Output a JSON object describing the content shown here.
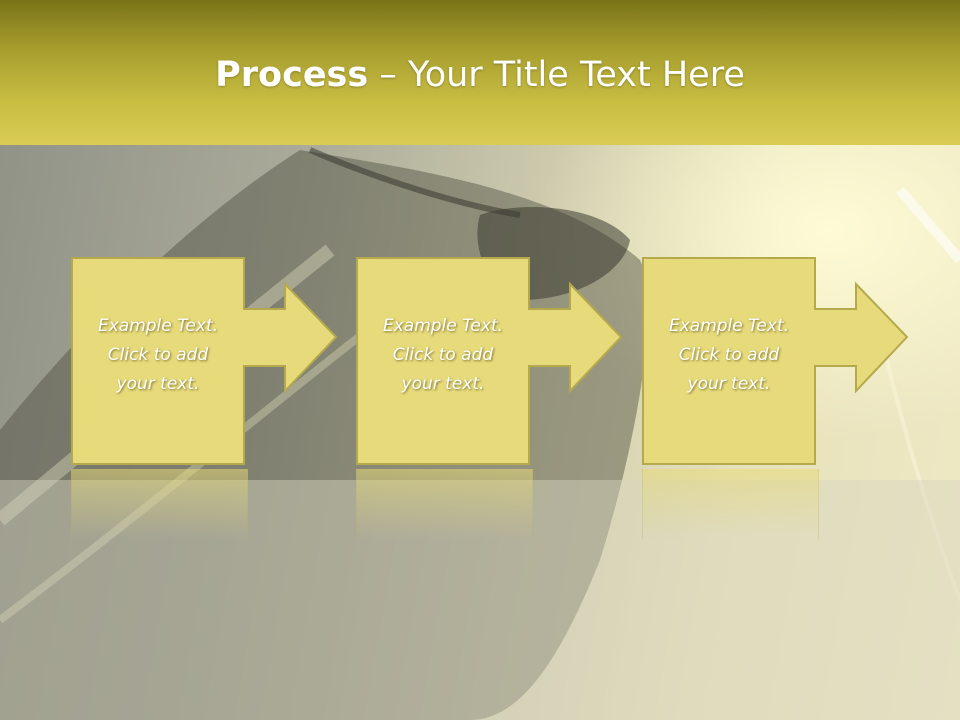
{
  "header": {
    "title_bold": "Process",
    "title_rest": " – Your Title Text Here"
  },
  "steps": [
    {
      "text": "Example Text.\nClick  to add\nyour text."
    },
    {
      "text": "Example Text.\nClick  to add\nyour text."
    },
    {
      "text": "Example Text.\nClick  to add\nyour text."
    }
  ],
  "colors": {
    "header": "#c9bd42",
    "box_fill": "#e6da7a",
    "box_stroke": "#b5a94e",
    "text": "#ffffff"
  }
}
